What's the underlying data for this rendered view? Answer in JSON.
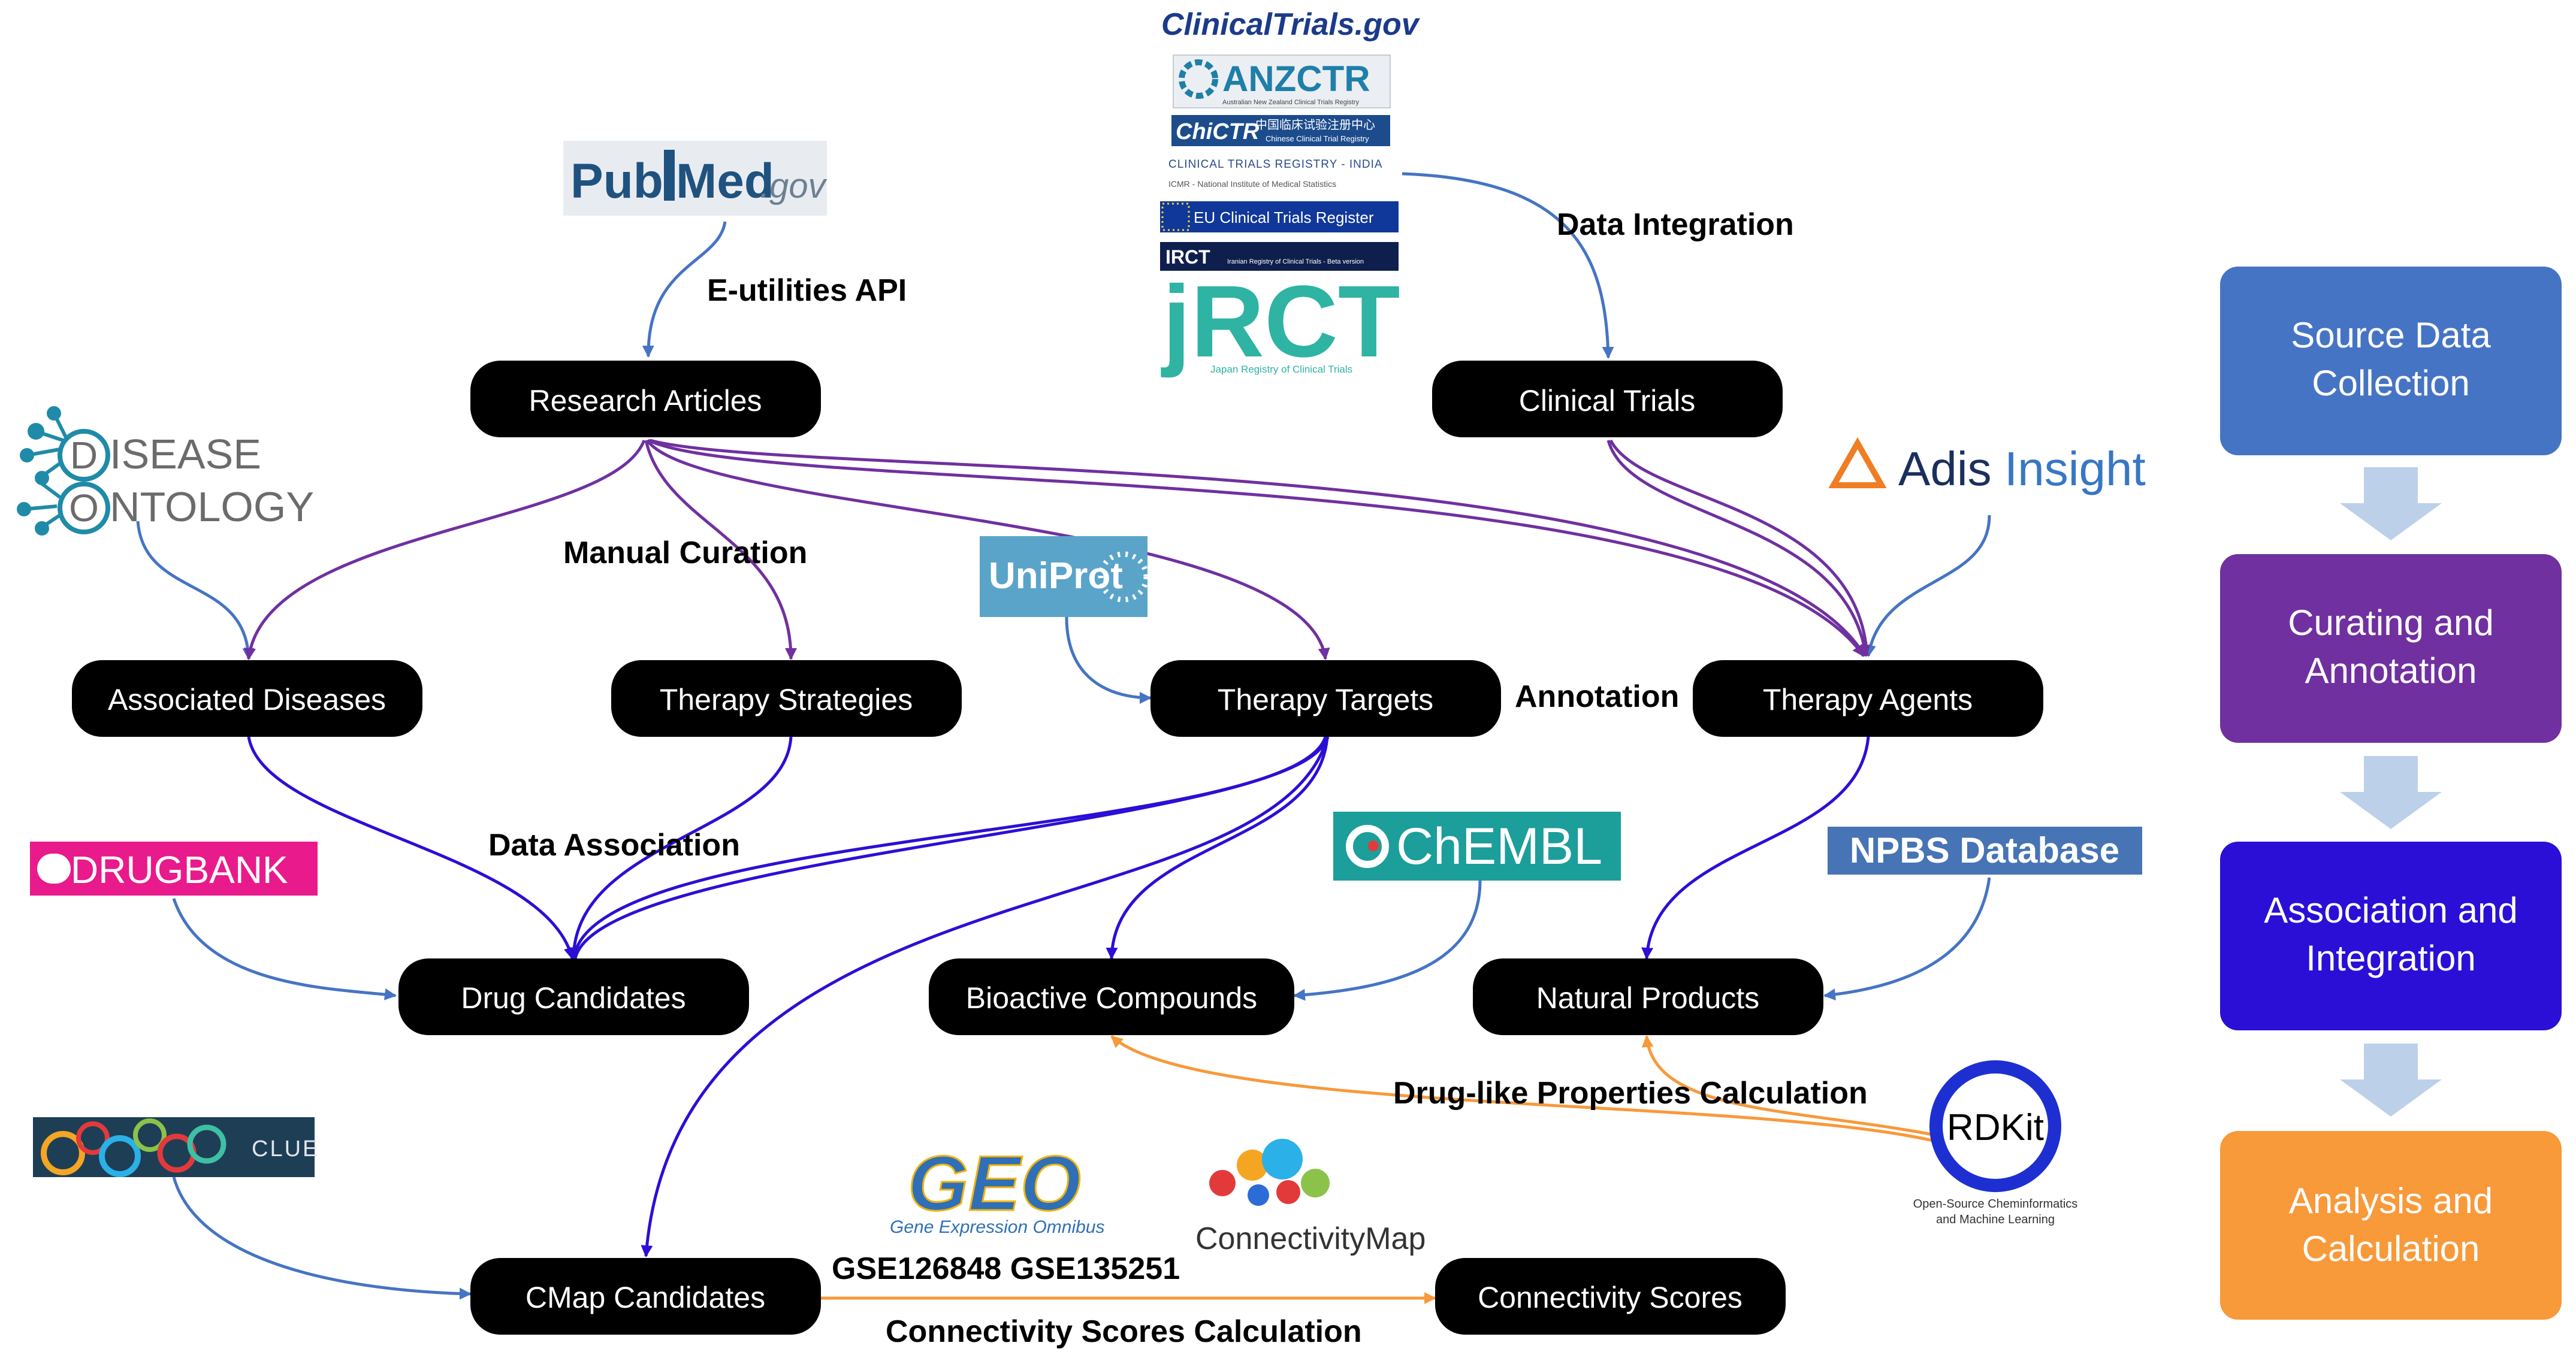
{
  "colors": {
    "node_fill": "#000000",
    "stage_source": "#4674c4",
    "stage_curation": "#7030a0",
    "stage_association": "#2b0fd6",
    "stage_analysis": "#f8993a",
    "stage_arrow": "#bdd0ea",
    "edge_source": "#4674c4",
    "edge_curation": "#7030a0",
    "edge_association": "#2b0fd6",
    "edge_analysis": "#f8993a"
  },
  "nodes": {
    "research_articles": "Research Articles",
    "clinical_trials": "Clinical Trials",
    "associated_diseases": "Associated Diseases",
    "therapy_strategies": "Therapy Strategies",
    "therapy_targets": "Therapy Targets",
    "therapy_agents": "Therapy Agents",
    "drug_candidates": "Drug Candidates",
    "bioactive_compounds": "Bioactive Compounds",
    "natural_products": "Natural Products",
    "cmap_candidates": "CMap Candidates",
    "connectivity_scores": "Connectivity Scores"
  },
  "edge_labels": {
    "e_utilities": "E-utilities API",
    "data_integration": "Data Integration",
    "manual_curation": "Manual Curation",
    "annotation": "Annotation",
    "data_association": "Data Association",
    "drug_like": "Drug-like Properties Calculation",
    "gse": "GSE126848  GSE135251",
    "connectivity_calc": "Connectivity Scores Calculation"
  },
  "stages": [
    {
      "line1": "Source Data",
      "line2": "Collection"
    },
    {
      "line1": "Curating and",
      "line2": "Annotation"
    },
    {
      "line1": "Association and",
      "line2": "Integration"
    },
    {
      "line1": "Analysis and",
      "line2": "Calculation"
    }
  ],
  "logos": {
    "pubmed": {
      "pub": "Pub",
      "med": "Med",
      "gov": ".gov"
    },
    "clinicaltrials": "ClinicalTrials.gov",
    "anzctr": {
      "name": "ANZCTR",
      "sub": "Australian New Zealand Clinical Trials Registry"
    },
    "chictr": {
      "name": "ChiCTR",
      "cn": "中国临床试验注册中心",
      "sub": "Chinese Clinical Trial Registry"
    },
    "ctri": {
      "name": "CLINICAL TRIALS REGISTRY - INDIA",
      "sub": "ICMR - National Institute of Medical Statistics"
    },
    "eu": "EU Clinical Trials Register",
    "irct": {
      "name": "IRCT",
      "sub": "Iranian Registry of Clinical Trials - Beta version"
    },
    "jrct": {
      "name": "jRCT",
      "sub": "Japan Registry of Clinical Trials"
    },
    "disease_ontology": {
      "d": "D",
      "line1": "ISEASE",
      "o": "O",
      "line2": "NTOLOGY"
    },
    "adis": {
      "adis": "Adis",
      "insight": "Insight"
    },
    "uniprot": "UniProt",
    "drugbank": "DRUGBANK",
    "chembl": "ChEMBL",
    "npbs": "NPBS Database",
    "rdkit": {
      "name": "RDKit",
      "sub1": "Open-Source Cheminformatics",
      "sub2": "and Machine Learning"
    },
    "clue": "CLUE",
    "geo": {
      "name": "GEO",
      "sub": "Gene Expression Omnibus"
    },
    "cmap": "ConnectivityMap"
  }
}
